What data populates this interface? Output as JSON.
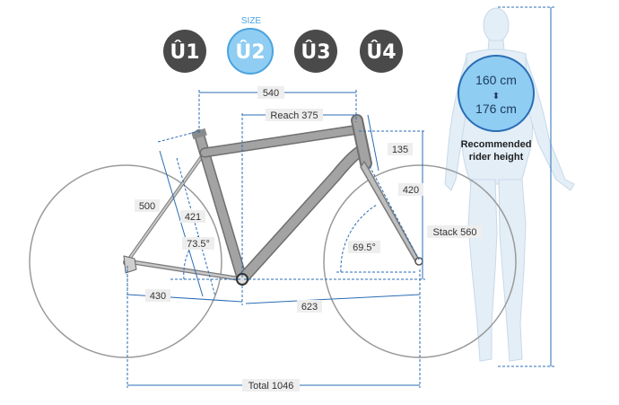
{
  "sizes": {
    "caption": "SIZE",
    "items": [
      {
        "label": "Û1",
        "selected": false
      },
      {
        "label": "Û2",
        "selected": true
      },
      {
        "label": "Û3",
        "selected": false
      },
      {
        "label": "Û4",
        "selected": false
      }
    ]
  },
  "rider": {
    "min_height": "160 cm",
    "max_height": "176 cm",
    "range_glyph": "⬍",
    "caption_line1": "Recommended",
    "caption_line2": "rider height"
  },
  "dimensions": {
    "top_length": "540",
    "reach": "Reach 375",
    "head_tube": "135",
    "fork_length": "420",
    "stack": "Stack 560",
    "seat_tube": "500",
    "seat_tube_ctt": "421",
    "seat_angle": "73.5°",
    "head_angle": "69.5°",
    "chainstay": "430",
    "front_center": "623",
    "wheelbase": "Total 1046"
  },
  "colors": {
    "accent": "#2a6db5",
    "selected_fill": "#8fcdf2",
    "unselected_fill": "#4a4a4a",
    "frame": "#9c9c9c",
    "rider_silhouette": "#e3eef7"
  }
}
